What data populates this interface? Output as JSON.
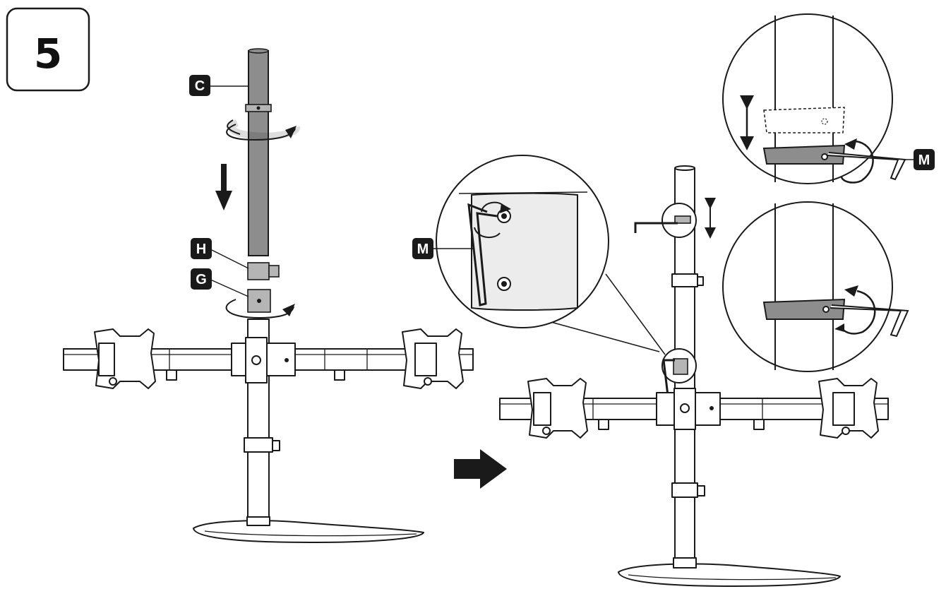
{
  "step": {
    "number": "5"
  },
  "labels": {
    "c": "C",
    "h": "H",
    "g": "G",
    "m": "M"
  },
  "colors": {
    "line": "#1a1a1a",
    "tube": "#8d8d8d",
    "part": "#b5b5b5",
    "label_bg": "#1a1a1a"
  }
}
